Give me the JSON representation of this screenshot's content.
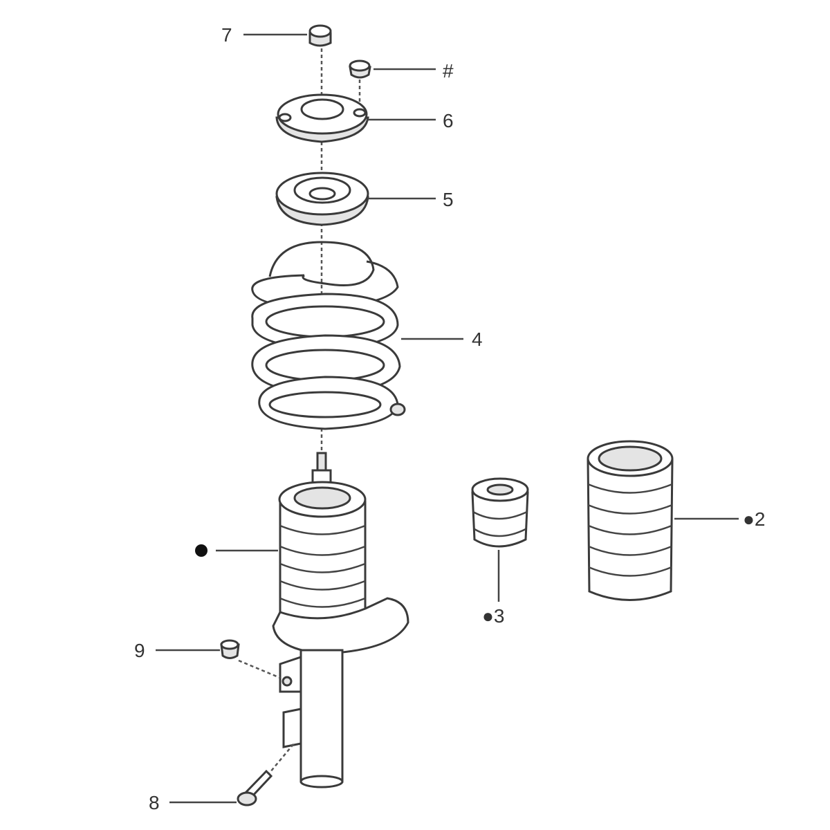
{
  "diagram": {
    "labels": {
      "nut_top": "7",
      "nut_stud": "#",
      "top_mount": "6",
      "bearing": "5",
      "spring": "4",
      "boot_on_strut": "●",
      "bump_stop": "●3",
      "dust_boot": "●2",
      "bracket_nut": "9",
      "bolt": "8"
    }
  }
}
